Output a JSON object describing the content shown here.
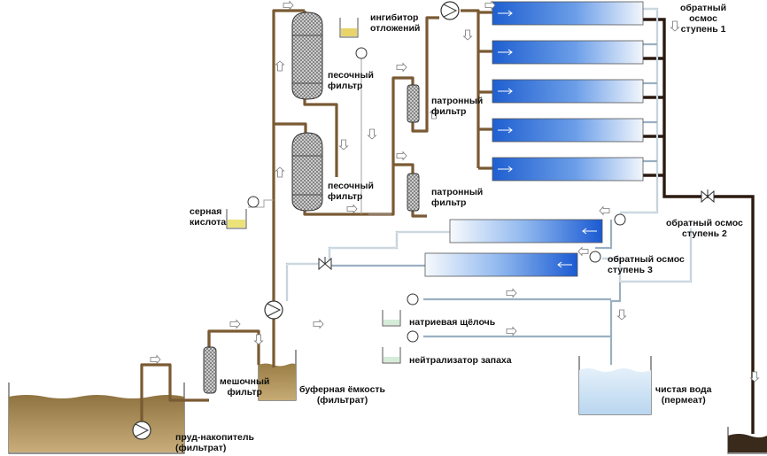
{
  "labels": {
    "scale_inhibitor": [
      "ингибитор",
      "отложений"
    ],
    "ro_stage1": [
      "обратный",
      "осмос",
      "ступень 1"
    ],
    "sand_filter_1": [
      "песочный",
      "фильтр"
    ],
    "sand_filter_2": [
      "песочный",
      "фильтр"
    ],
    "cartridge_filter_1": [
      "патронный",
      "фильтр"
    ],
    "cartridge_filter_2": [
      "патронный",
      "фильтр"
    ],
    "sulfuric_acid": [
      "серная",
      "кислота"
    ],
    "ro_stage2": [
      "обратный осмос",
      "ступень 2"
    ],
    "ro_stage3": [
      "обратный осмос",
      "ступень 3"
    ],
    "caustic_soda": "натриевая щёлочь",
    "odor_neutralizer": "нейтрализатор запаха",
    "bag_filter": [
      "мешочный",
      "фильтр"
    ],
    "buffer_tank": [
      "буферная ёмкость",
      "(фильтрат)"
    ],
    "clean_water": [
      "чистая вода",
      "(пермеат)"
    ],
    "storage_pond": [
      "пруд-накопитель",
      "(фильтрат)"
    ]
  },
  "colors": {
    "leachate": "#7a5a33",
    "concentrate": "#2a1a10",
    "permeate_pipe": "#9ab0c2",
    "membrane_blue": "#1f5fd0",
    "clean_water": "#cfe3f5"
  }
}
